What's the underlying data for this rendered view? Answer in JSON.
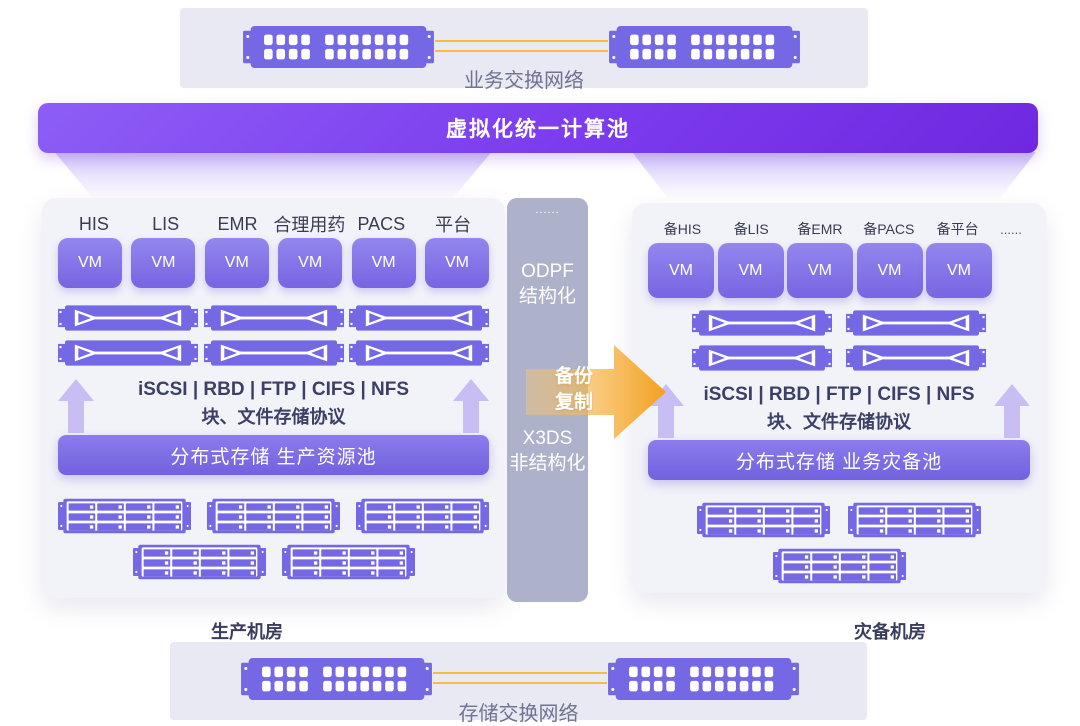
{
  "vm_label": "VM",
  "colors": {
    "primary_purple": "#7468e4",
    "banner_purple": "#7c3bee",
    "panel_bg": "#f2f2f9",
    "pillar_gray": "#adb1c9",
    "link_yellow": "#f5bd3a",
    "arrow_orange": "#f5a11d",
    "light_arrow": "#c8bef4"
  },
  "top_network": {
    "label": "业务交换网络"
  },
  "banner": {
    "title": "虚拟化统一计算池"
  },
  "protocols": {
    "line1": "iSCSI | RBD | FTP | CIFS | NFS",
    "line2": "块、文件存储协议"
  },
  "left_panel": {
    "apps": [
      "HIS",
      "LIS",
      "EMR",
      "合理用药",
      "PACS",
      "平台"
    ],
    "storage_bar": "分布式存储 生产资源池",
    "room_label": "生产机房"
  },
  "pillar": {
    "dots": "......",
    "structured_line1": "ODPF",
    "structured_line2": "结构化",
    "unstructured_line1": "X3DS",
    "unstructured_line2": "非结构化"
  },
  "backup_arrow": {
    "line1": "备份",
    "line2": "复制"
  },
  "right_panel": {
    "apps": [
      "备HIS",
      "备LIS",
      "备EMR",
      "备PACS",
      "备平台"
    ],
    "more": "......",
    "storage_bar": "分布式存储 业务灾备池",
    "room_label": "灾备机房"
  },
  "bottom_network": {
    "label": "存储交换网络"
  }
}
